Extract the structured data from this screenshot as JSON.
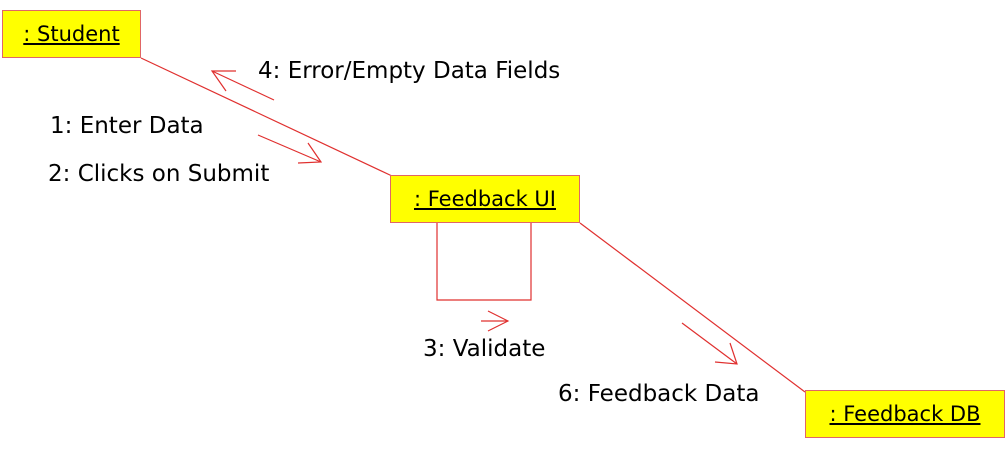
{
  "diagram": {
    "objects": {
      "student": ": Student",
      "feedback_ui": ": Feedback UI",
      "feedback_db": ": Feedback DB"
    },
    "messages": {
      "m1": "1: Enter Data",
      "m2": "2: Clicks on Submit",
      "m3": "3: Validate",
      "m4": "4: Error/Empty Data Fields",
      "m6": "6: Feedback Data"
    },
    "colors": {
      "object_fill": "#ffff00",
      "line": "#e0302f"
    }
  }
}
